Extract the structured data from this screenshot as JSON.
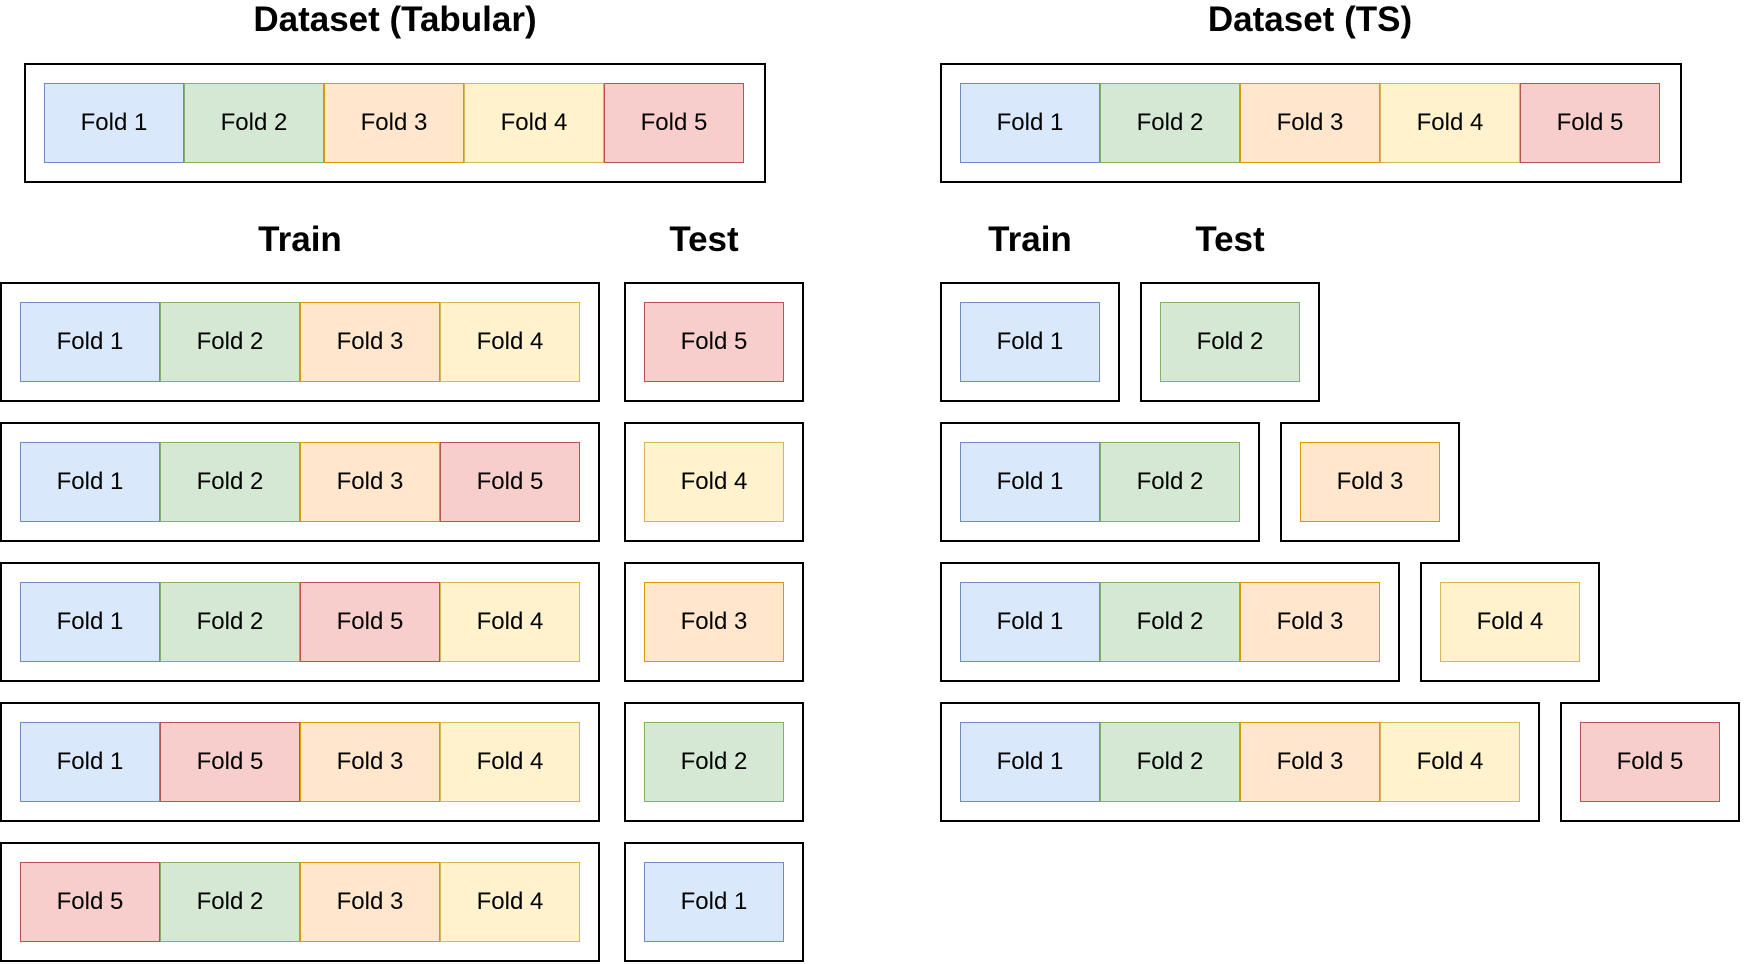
{
  "fold_styles": {
    "Fold 1": {
      "fill": "#dae8fc",
      "stroke": "#6c8ebf"
    },
    "Fold 2": {
      "fill": "#d5e8d4",
      "stroke": "#82b366"
    },
    "Fold 3": {
      "fill": "#ffe6cc",
      "stroke": "#d79b00"
    },
    "Fold 4": {
      "fill": "#fff2cc",
      "stroke": "#d6b656"
    },
    "Fold 5": {
      "fill": "#f8cecc",
      "stroke": "#b85450"
    }
  },
  "tabular": {
    "title": "Dataset (Tabular)",
    "dataset_folds": [
      "Fold 1",
      "Fold 2",
      "Fold 3",
      "Fold 4",
      "Fold 5"
    ],
    "train_label": "Train",
    "test_label": "Test",
    "splits": [
      {
        "train": [
          "Fold 1",
          "Fold 2",
          "Fold 3",
          "Fold 4"
        ],
        "test": "Fold 5"
      },
      {
        "train": [
          "Fold 1",
          "Fold 2",
          "Fold 3",
          "Fold 5"
        ],
        "test": "Fold 4"
      },
      {
        "train": [
          "Fold 1",
          "Fold 2",
          "Fold 5",
          "Fold 4"
        ],
        "test": "Fold 3"
      },
      {
        "train": [
          "Fold 1",
          "Fold 5",
          "Fold 3",
          "Fold 4"
        ],
        "test": "Fold 2"
      },
      {
        "train": [
          "Fold 5",
          "Fold 2",
          "Fold 3",
          "Fold 4"
        ],
        "test": "Fold 1"
      }
    ]
  },
  "ts": {
    "title": "Dataset (TS)",
    "dataset_folds": [
      "Fold 1",
      "Fold 2",
      "Fold 3",
      "Fold 4",
      "Fold 5"
    ],
    "train_label": "Train",
    "test_label": "Test",
    "splits": [
      {
        "train": [
          "Fold 1"
        ],
        "test": "Fold 2"
      },
      {
        "train": [
          "Fold 1",
          "Fold 2"
        ],
        "test": "Fold 3"
      },
      {
        "train": [
          "Fold 1",
          "Fold 2",
          "Fold 3"
        ],
        "test": "Fold 4"
      },
      {
        "train": [
          "Fold 1",
          "Fold 2",
          "Fold 3",
          "Fold 4"
        ],
        "test": "Fold 5"
      }
    ]
  }
}
